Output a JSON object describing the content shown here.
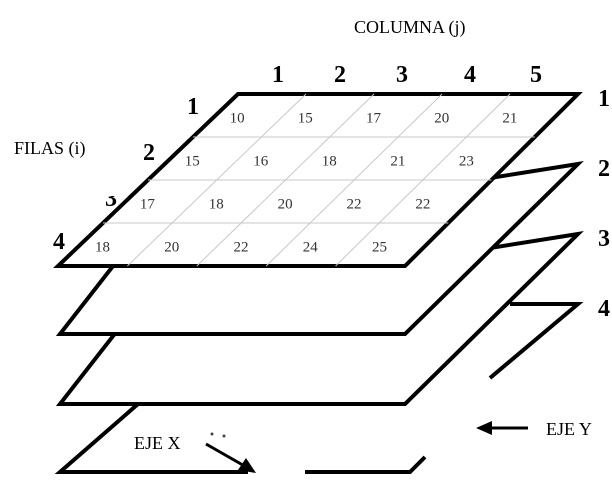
{
  "labels": {
    "columna": "COLUMNA (j)",
    "filas": "FILAS (i)",
    "eje_x": "EJE X",
    "eje_y": "EJE Y"
  },
  "column_numbers": [
    "1",
    "2",
    "3",
    "4",
    "5"
  ],
  "row_numbers": [
    "1",
    "2",
    "3",
    "4"
  ],
  "layer_numbers": [
    "1",
    "2",
    "3",
    "4"
  ],
  "grid": [
    [
      "10",
      "15",
      "17",
      "20",
      "21"
    ],
    [
      "15",
      "16",
      "18",
      "21",
      "23"
    ],
    [
      "17",
      "18",
      "20",
      "22",
      "22"
    ],
    [
      "18",
      "20",
      "22",
      "24",
      "25"
    ]
  ]
}
